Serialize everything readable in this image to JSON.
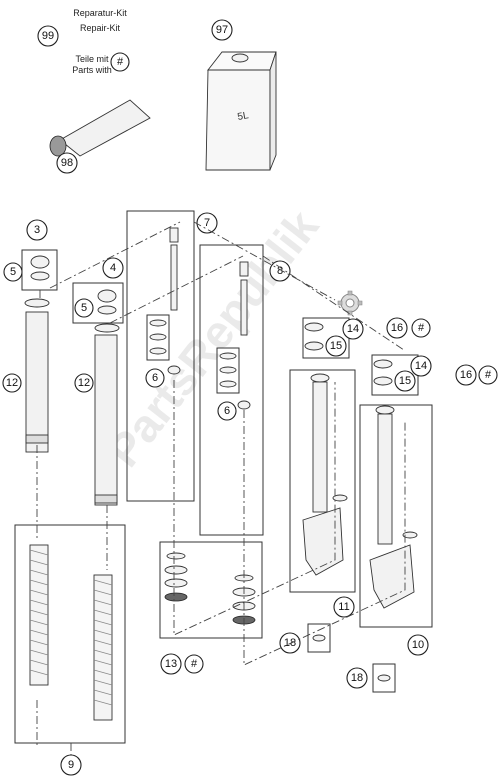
{
  "repair_kit": {
    "line1": "Reparatur-Kit",
    "line2": "Repair-Kit",
    "line3": "Teile mit",
    "line4": "Parts with",
    "symbol": "#"
  },
  "can_label": "5L",
  "watermark": "PartsRepublik",
  "callouts": {
    "c99": "99",
    "c97": "97",
    "c98": "98",
    "c3": "3",
    "c5a": "5",
    "c4": "4",
    "c5b": "5",
    "c7": "7",
    "c8": "8",
    "c6a": "6",
    "c6b": "6",
    "c12a": "12",
    "c12b": "12",
    "c14a": "14",
    "c15a": "15",
    "c16a": "16",
    "c16a_hash": "#",
    "c14b": "14",
    "c15b": "15",
    "c16b": "16",
    "c16b_hash": "#",
    "c11": "11",
    "c10": "10",
    "c13": "13",
    "c13_hash": "#",
    "c18a": "18",
    "c18b": "18",
    "c9": "9"
  },
  "icons": [
    "gear-icon",
    "hash-symbol-icon"
  ]
}
